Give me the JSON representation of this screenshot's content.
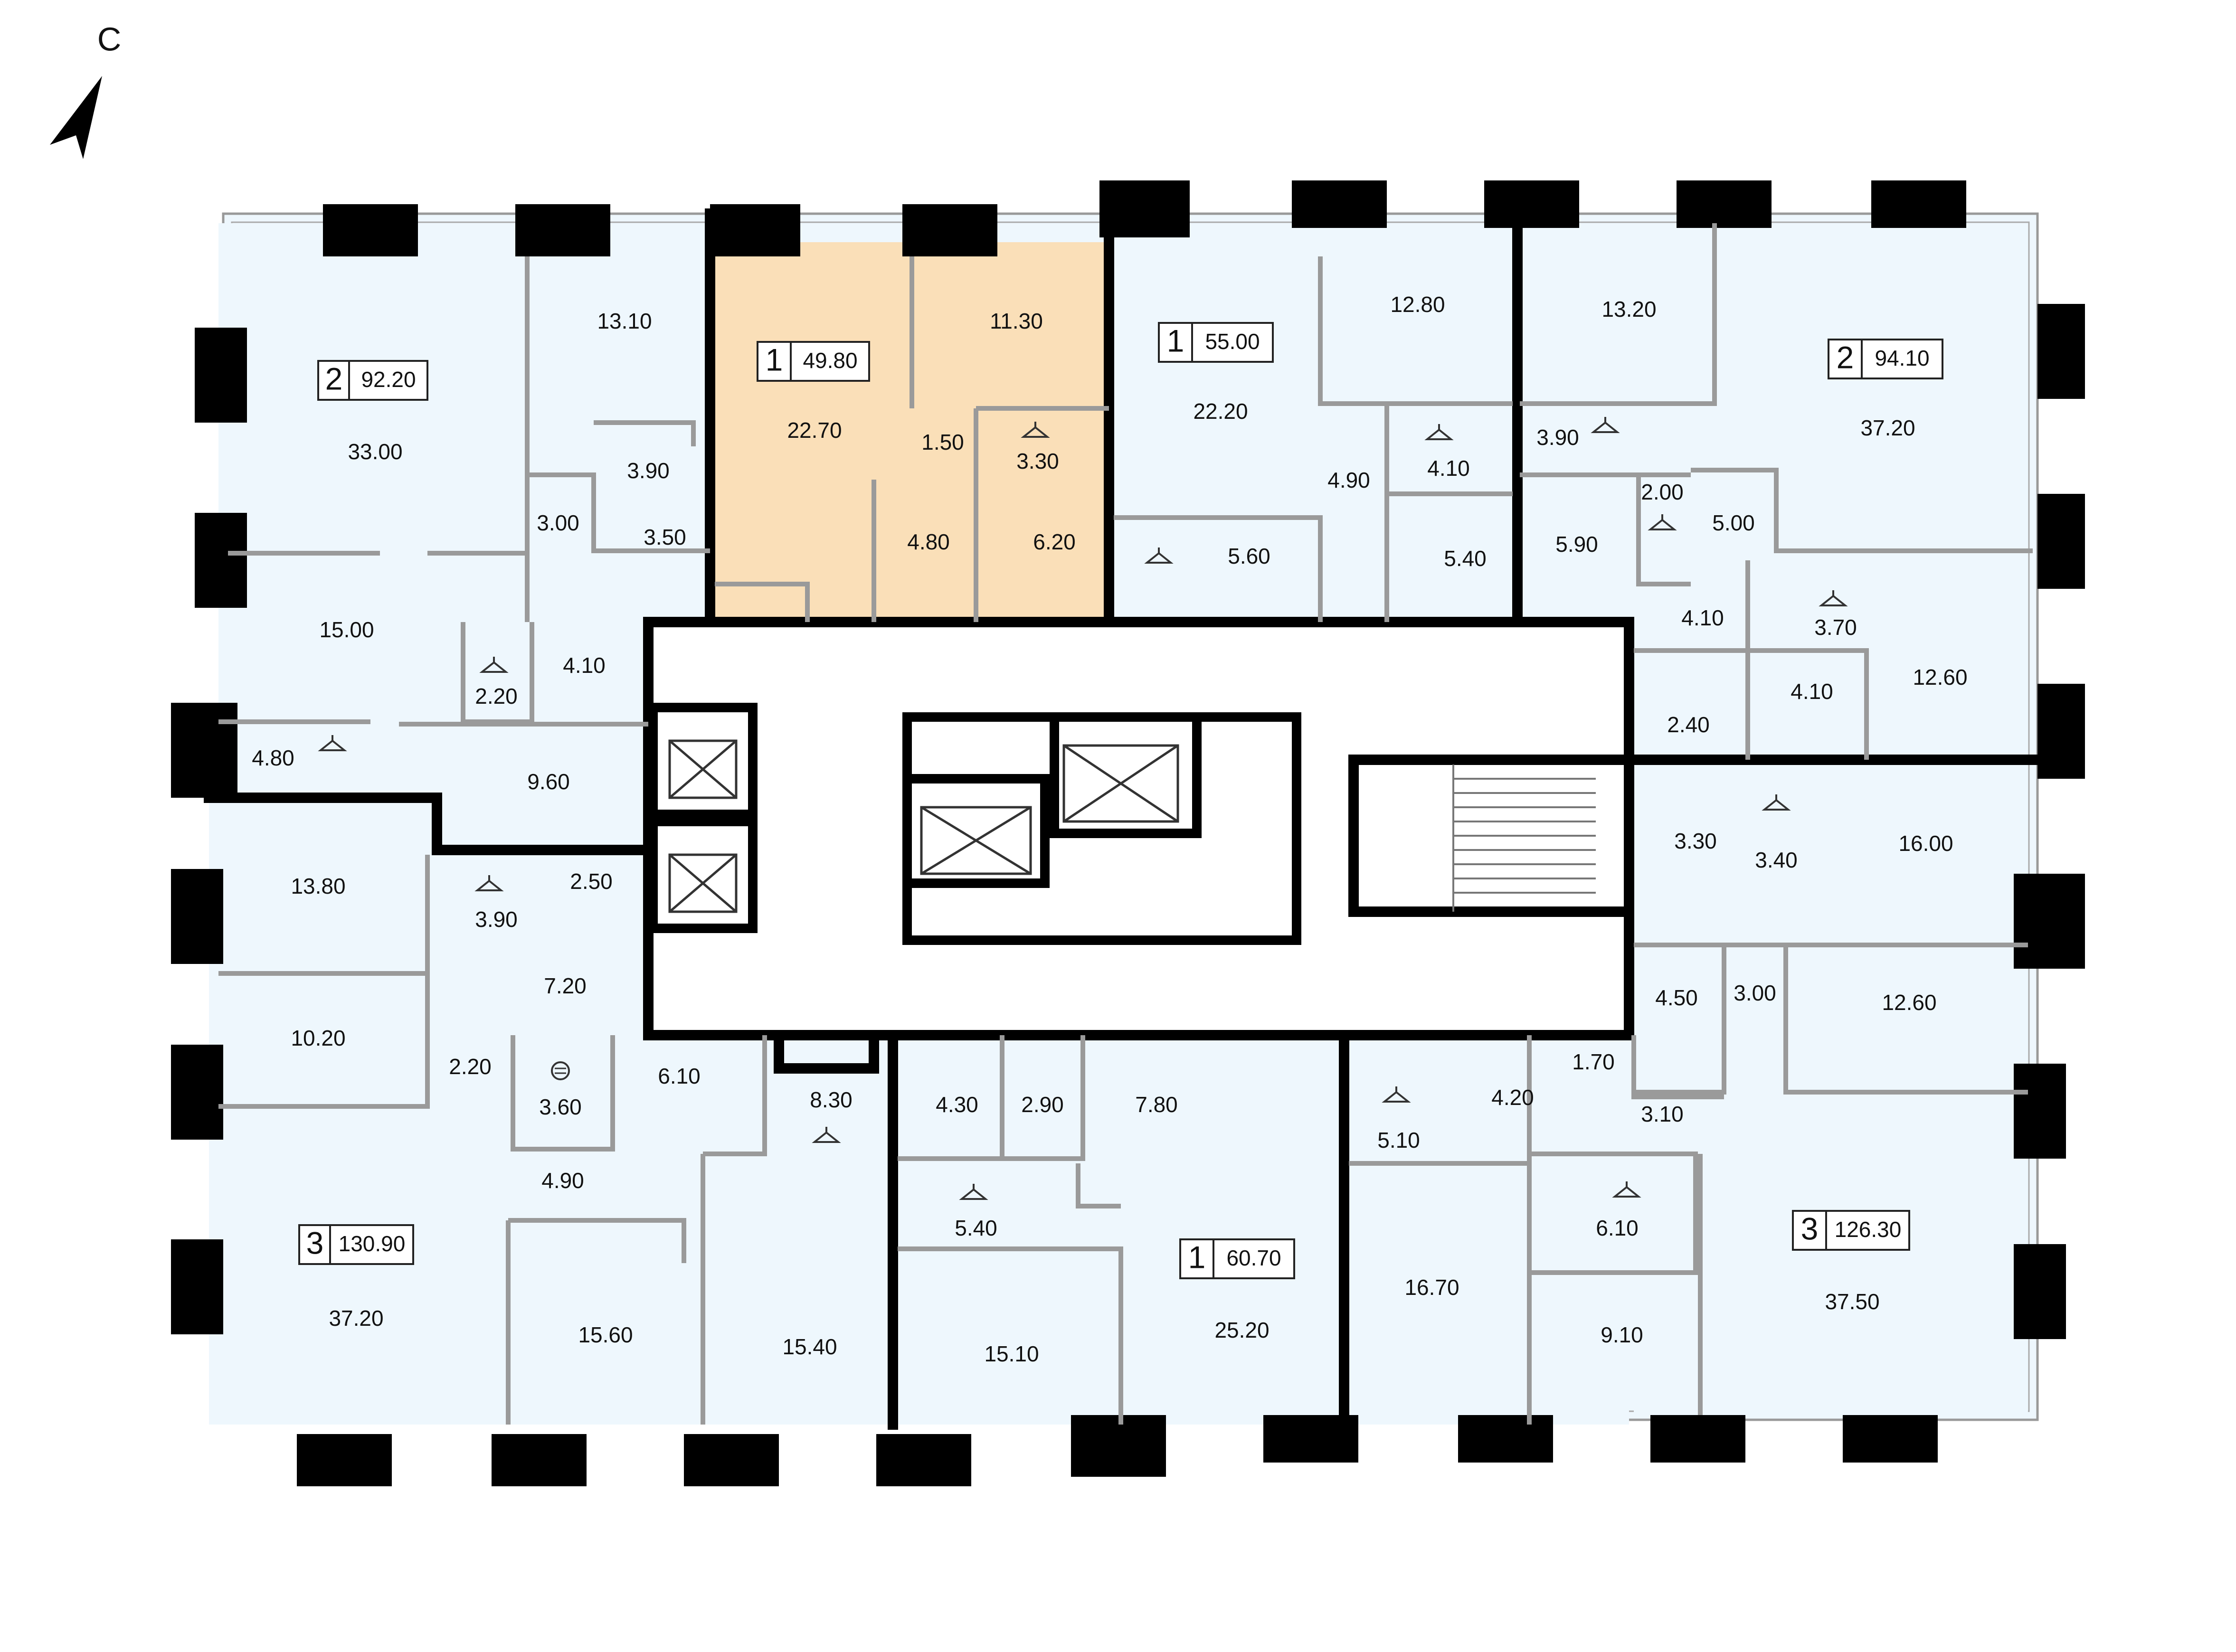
{
  "compass": {
    "label": "С"
  },
  "colors": {
    "unit_fill": "#eef7fd",
    "selected_fill": "#fadfb8",
    "wall": "#000000",
    "partition": "#9a9a9a",
    "core_fill": "#ffffff"
  },
  "icons": {
    "wardrobe": "hanger-icon",
    "shaft": "ventilation-icon"
  },
  "apartments": [
    {
      "id": "nw",
      "rooms": "2",
      "area": "92.20",
      "selected": false
    },
    {
      "id": "n1",
      "rooms": "1",
      "area": "49.80",
      "selected": true
    },
    {
      "id": "n2",
      "rooms": "1",
      "area": "55.00",
      "selected": false
    },
    {
      "id": "ne",
      "rooms": "2",
      "area": "94.10",
      "selected": false
    },
    {
      "id": "sw",
      "rooms": "3",
      "area": "130.90",
      "selected": false
    },
    {
      "id": "s1",
      "rooms": "1",
      "area": "60.70",
      "selected": false
    },
    {
      "id": "se",
      "rooms": "3",
      "area": "126.30",
      "selected": false
    }
  ],
  "rooms": [
    "13.10",
    "33.00",
    "3.90",
    "3.00",
    "3.50",
    "15.00",
    "2.20",
    "4.10",
    "4.80",
    "9.60",
    "11.30",
    "22.70",
    "1.50",
    "3.30",
    "4.80",
    "6.20",
    "12.80",
    "22.20",
    "4.10",
    "4.90",
    "5.60",
    "5.40",
    "13.20",
    "37.20",
    "3.90",
    "2.00",
    "5.00",
    "5.90",
    "4.10",
    "3.70",
    "12.60",
    "4.10",
    "2.40",
    "3.30",
    "3.40",
    "16.00",
    "4.50",
    "3.00",
    "12.60",
    "13.80",
    "3.90",
    "2.50",
    "7.20",
    "10.20",
    "2.20",
    "3.60",
    "6.10",
    "8.30",
    "4.90",
    "37.20",
    "15.60",
    "15.40",
    "4.30",
    "2.90",
    "7.80",
    "5.40",
    "15.10",
    "25.20",
    "5.10",
    "4.20",
    "1.70",
    "3.10",
    "6.10",
    "16.70",
    "9.10",
    "37.50"
  ]
}
